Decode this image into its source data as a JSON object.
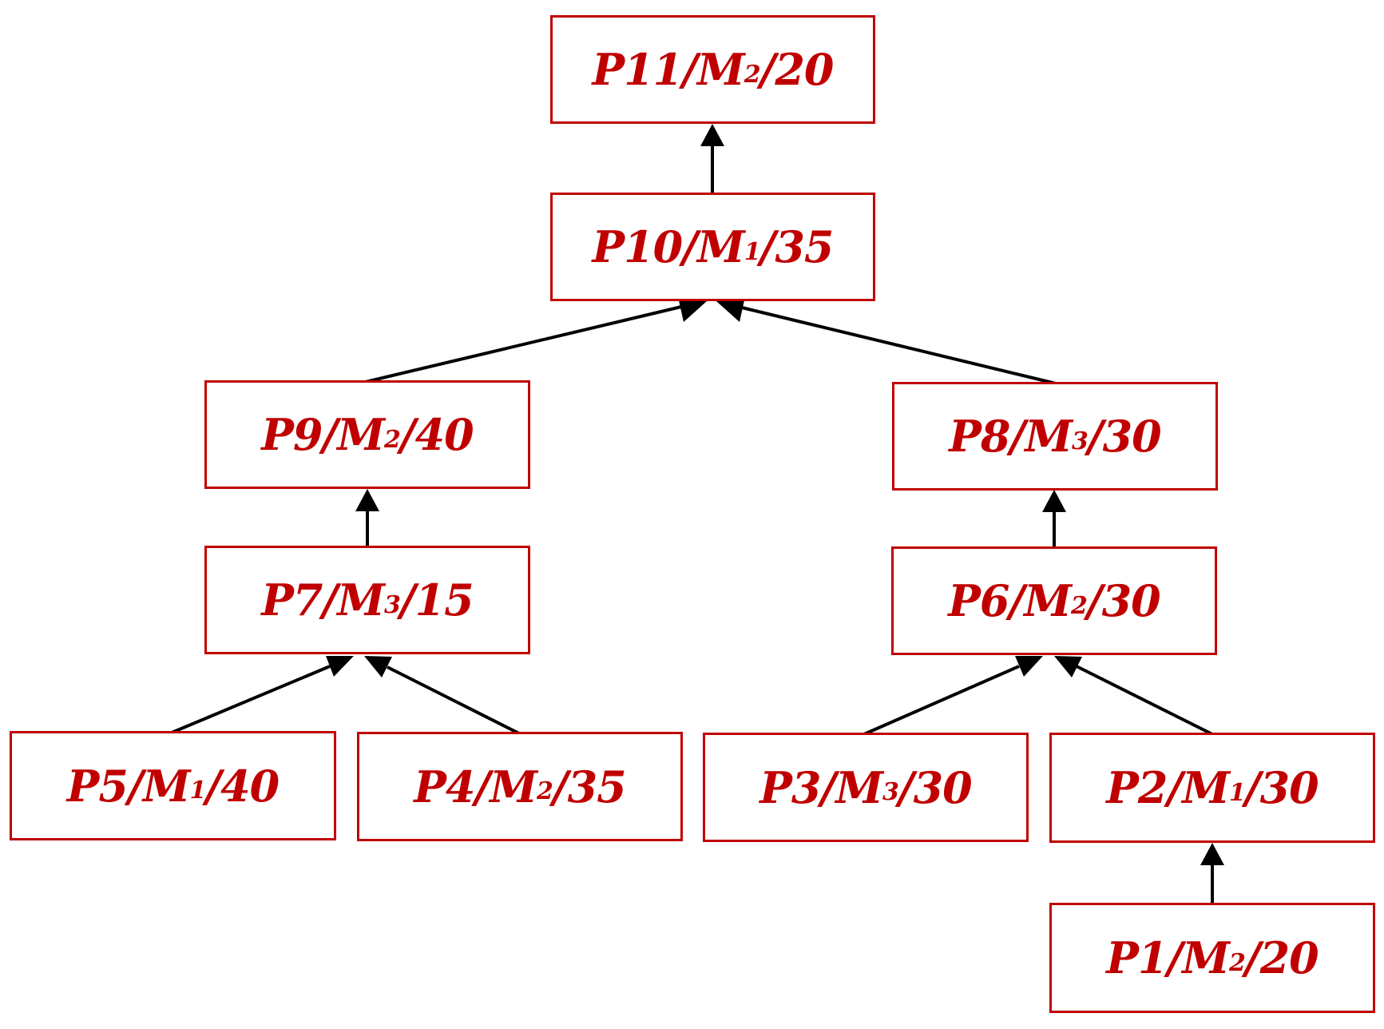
{
  "nodes": {
    "p11": {
      "part": "P11",
      "machine": "M",
      "sub": "2",
      "time": "20"
    },
    "p10": {
      "part": "P10",
      "machine": "M",
      "sub": "1",
      "time": "35"
    },
    "p9": {
      "part": "P9",
      "machine": "M",
      "sub": "2",
      "time": "40"
    },
    "p8": {
      "part": "P8",
      "machine": "M",
      "sub": "3",
      "time": "30"
    },
    "p7": {
      "part": "P7",
      "machine": "M",
      "sub": "3",
      "time": "15"
    },
    "p6": {
      "part": "P6",
      "machine": "M",
      "sub": "2",
      "time": "30"
    },
    "p5": {
      "part": "P5",
      "machine": "M",
      "sub": "1",
      "time": "40"
    },
    "p4": {
      "part": "P4",
      "machine": "M",
      "sub": "2",
      "time": "35"
    },
    "p3": {
      "part": "P3",
      "machine": "M",
      "sub": "3",
      "time": "30"
    },
    "p2": {
      "part": "P2",
      "machine": "M",
      "sub": "1",
      "time": "30"
    },
    "p1": {
      "part": "P1",
      "machine": "M",
      "sub": "2",
      "time": "20"
    }
  },
  "edges": [
    {
      "from": "p10",
      "to": "p11"
    },
    {
      "from": "p9",
      "to": "p10"
    },
    {
      "from": "p8",
      "to": "p10"
    },
    {
      "from": "p7",
      "to": "p9"
    },
    {
      "from": "p6",
      "to": "p8"
    },
    {
      "from": "p5",
      "to": "p7"
    },
    {
      "from": "p4",
      "to": "p7"
    },
    {
      "from": "p3",
      "to": "p6"
    },
    {
      "from": "p2",
      "to": "p6"
    },
    {
      "from": "p1",
      "to": "p2"
    }
  ],
  "colors": {
    "node_border": "#c00000",
    "node_text": "#c00000",
    "edge": "#000000"
  }
}
